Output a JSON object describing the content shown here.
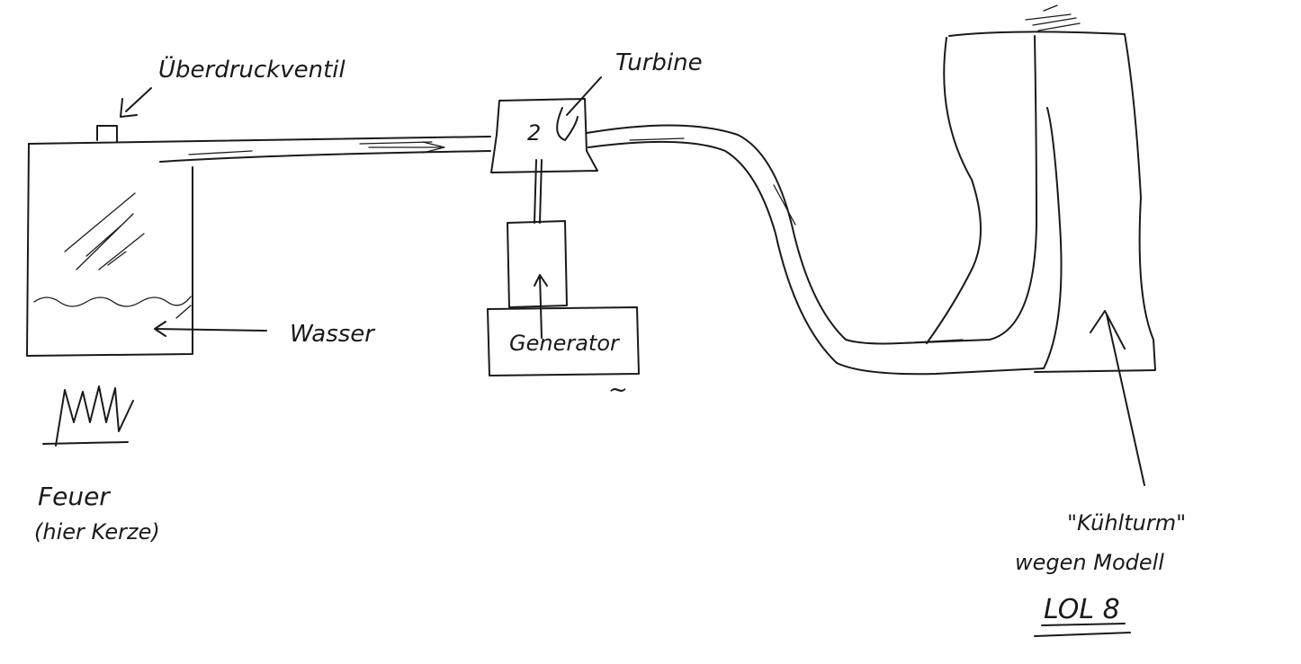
{
  "labels": {
    "valve": "Überdruckventil",
    "turbine": "Turbine",
    "turbine_stage": "2",
    "water": "Wasser",
    "generator": "Generator",
    "ac_symbol": "~",
    "fire": "Feuer",
    "fire_note": "(hier Kerze)",
    "tower": "\"Kühlturm\"",
    "tower_note": "wegen Modell",
    "lol": "LOL 8"
  },
  "colors": {
    "ink": "#1a1a1a",
    "paper": "#ffffff"
  }
}
